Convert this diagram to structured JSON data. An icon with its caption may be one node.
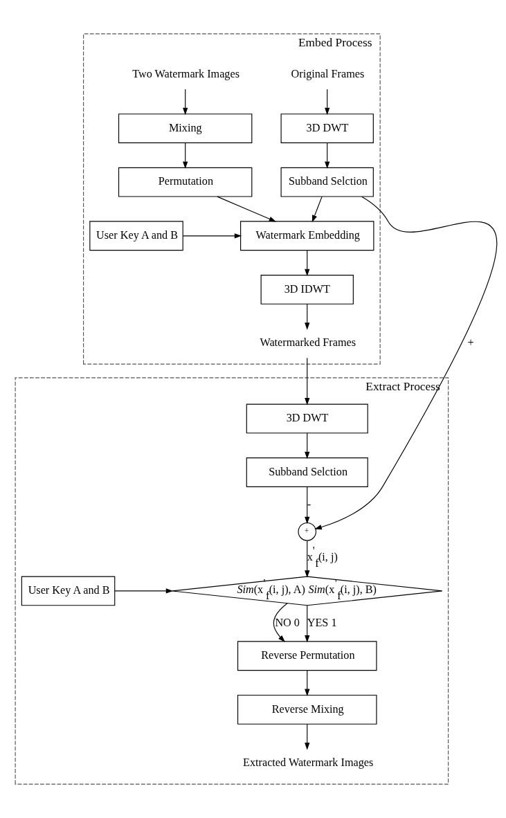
{
  "diagram": {
    "nodes": [
      {
        "text": [
          "Embed Process"
        ]
      },
      {
        "text": [
          "Original Frames"
        ],
        "in": 0
      },
      {
        "text": [
          "Two Watermark Images"
        ],
        "in": 0
      },
      {
        "text": [
          "3D DWT"
        ],
        "in": 0
      },
      {
        "text": [
          "Mixing"
        ],
        "in": 0
      },
      {
        "text": [
          "Subband Selction"
        ],
        "in": 0
      },
      {
        "text": [
          "Permutation"
        ],
        "in": 0
      },
      {
        "text": [
          "Watermark Embedding"
        ],
        "in": 0
      },
      {
        "text": [
          "User Key A and B"
        ],
        "in": 0
      },
      {
        "text": [
          "3D IDWT"
        ],
        "in": 0
      },
      {
        "text": [
          "Watermarked Frames"
        ],
        "in": 0
      },
      {
        "text": [
          "Extract Process"
        ]
      },
      {
        "text": [
          "3D DWT"
        ],
        "in": 11
      },
      {
        "text": [
          "Subband Selction"
        ],
        "in": 11
      },
      {
        "text": [
          "+"
        ],
        "in": 11
      },
      {
        "text": [
          "*Sim*(x$^{'}$$_{f}$(i, j), A) *Sim*(x$^{'}$$_{f}$(i, j), B)"
        ],
        "in": 11
      },
      {
        "text": [
          "User Key A and B"
        ],
        "in": 11
      },
      {
        "text": [
          "Reverse Permutation"
        ],
        "in": 11
      },
      {
        "text": [
          "Reverse Mixing"
        ],
        "in": 11
      },
      {
        "text": [
          "Extracted Watermark Images"
        ],
        "in": 11
      }
    ],
    "edges": [
      {
        "from": 1,
        "to": 3,
        "arrow": "to"
      },
      {
        "from": 3,
        "to": 5,
        "arrow": "to"
      },
      {
        "from": 2,
        "to": 4,
        "arrow": "to"
      },
      {
        "from": 4,
        "to": 6,
        "arrow": "to"
      },
      {
        "from": 6,
        "to": 7,
        "arrow": "to"
      },
      {
        "from": 5,
        "to": 7,
        "arrow": "to"
      },
      {
        "from": 8,
        "to": 7,
        "arrow": "to"
      },
      {
        "from": 7,
        "to": 9,
        "arrow": "to"
      },
      {
        "from": 9,
        "to": 10,
        "arrow": "to"
      },
      {
        "from": 10,
        "to": 12,
        "arrow": "to"
      },
      {
        "from": 12,
        "to": 13,
        "arrow": "to"
      },
      {
        "from": 5,
        "to": 14,
        "arrow": "to",
        "label": "+"
      },
      {
        "from": 13,
        "to": 14,
        "arrow": "to",
        "label": "-"
      },
      {
        "from": 14,
        "to": 15,
        "arrow": "to",
        "label": "x$^{'}$$_{f}$(i, j)"
      },
      {
        "from": 16,
        "to": 15,
        "arrow": "to"
      },
      {
        "from": 15,
        "to": 17,
        "arrow": "to",
        "label": "NO 0"
      },
      {
        "from": 15,
        "to": 17,
        "arrow": "to",
        "label": "YES 1"
      },
      {
        "from": 17,
        "to": 18,
        "arrow": "to"
      },
      {
        "from": 18,
        "to": 19,
        "arrow": "to"
      }
    ]
  }
}
